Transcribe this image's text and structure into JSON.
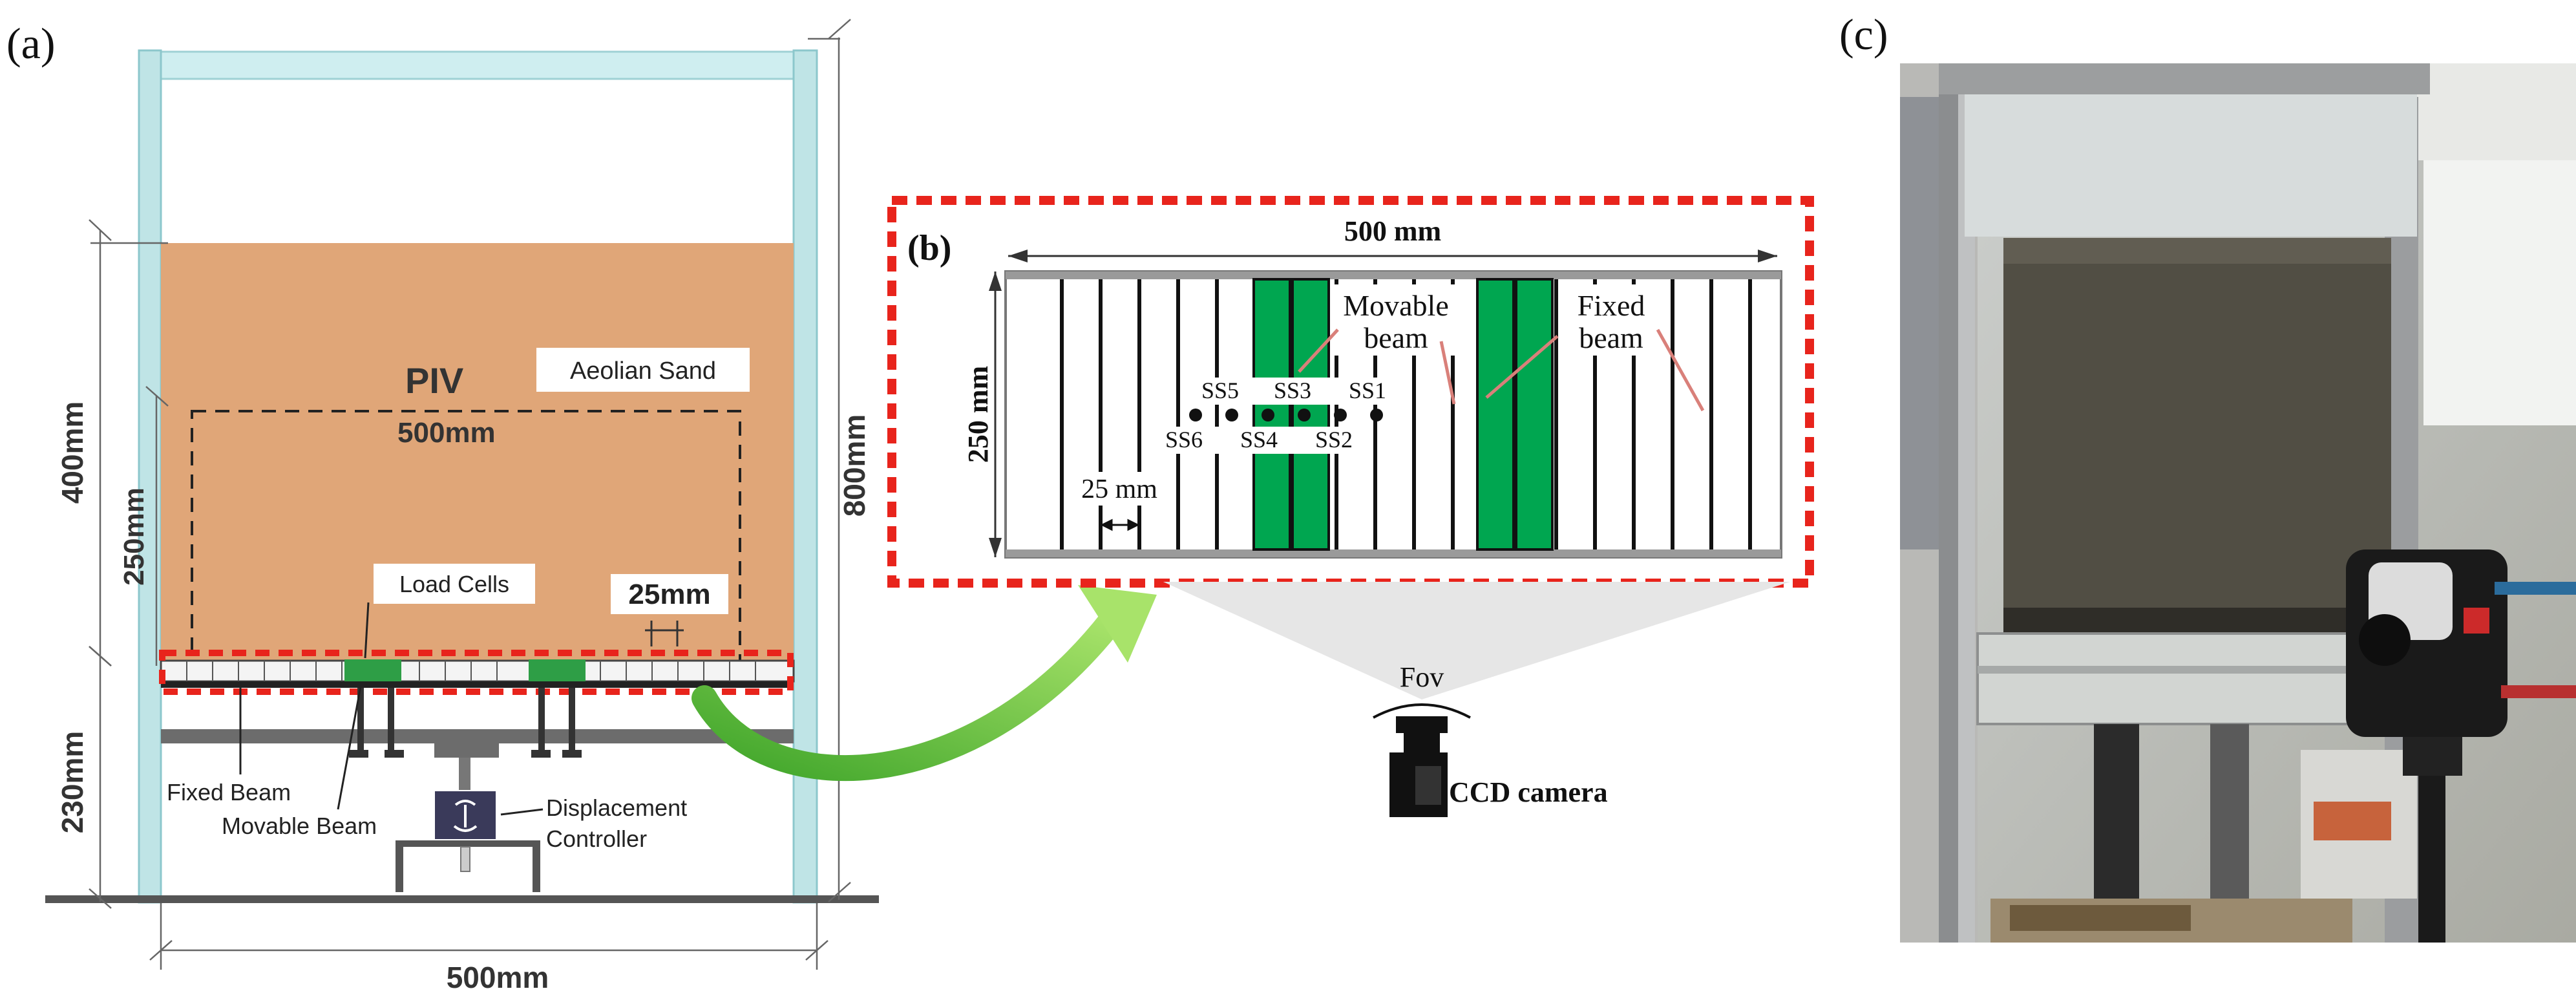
{
  "panel_a": {
    "label": "(a)",
    "pivLabel": "PIV",
    "sandLabel": "Aeolian Sand",
    "pivWidth": "500mm",
    "loadCells": "Load Cells",
    "beamSpacing": "25mm",
    "height400": "400mm",
    "height250": "250mm",
    "height800": "800mm",
    "height230": "230mm",
    "fixedBeam": "Fixed Beam",
    "movableBeam": "Movable Beam",
    "dispLine1": "Displacement",
    "dispLine2": "Controller",
    "bottomWidth": "500mm"
  },
  "panel_b": {
    "label": "(b)",
    "width": "500 mm",
    "height": "250 mm",
    "movableLine1": "Movable",
    "movableLine2": "beam",
    "fixedLine1": "Fixed",
    "fixedLine2": "beam",
    "beamSpacing": "25 mm",
    "sensors": [
      "SS5",
      "SS3",
      "SS1",
      "SS6",
      "SS4",
      "SS2"
    ],
    "fov": "Fov",
    "camera": "CCD camera"
  },
  "panel_c": {
    "label": "(c)"
  },
  "colors": {
    "frame": "#bfe4e6",
    "sand": "#e0a678",
    "beamGreen": "#2e9e46",
    "movableGreen": "#00a650",
    "redDash": "#e8241c",
    "arrow": "#7fd14a",
    "pointer": "#d9807a"
  }
}
